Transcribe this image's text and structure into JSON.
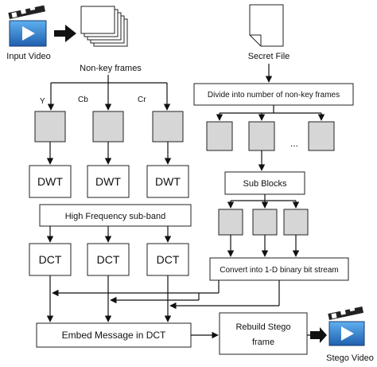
{
  "inputs": {
    "input_video_label": "Input Video",
    "non_key_frames_label": "Non-key frames",
    "secret_file_label": "Secret File"
  },
  "channels": {
    "y": "Y",
    "cb": "Cb",
    "cr": "Cr"
  },
  "transforms": {
    "dwt": "DWT",
    "dct": "DCT",
    "high_freq": "High Frequency sub-band"
  },
  "secret_path": {
    "divide": "Divide into number of non-key frames",
    "ellipsis": "...",
    "sub_blocks": "Sub Blocks",
    "convert": "Convert into 1-D binary bit stream"
  },
  "output": {
    "embed": "Embed Message in DCT",
    "rebuild_line1": "Rebuild Stego",
    "rebuild_line2": "frame",
    "stego_video_label": "Stego Video"
  },
  "colors": {
    "gray_box": "#d6d6d6",
    "clapper_blue": "#2a7fd4",
    "line": "#111111"
  },
  "icons": [
    "clapperboard-icon",
    "right-arrow-icon",
    "document-stack-icon",
    "document-icon"
  ]
}
